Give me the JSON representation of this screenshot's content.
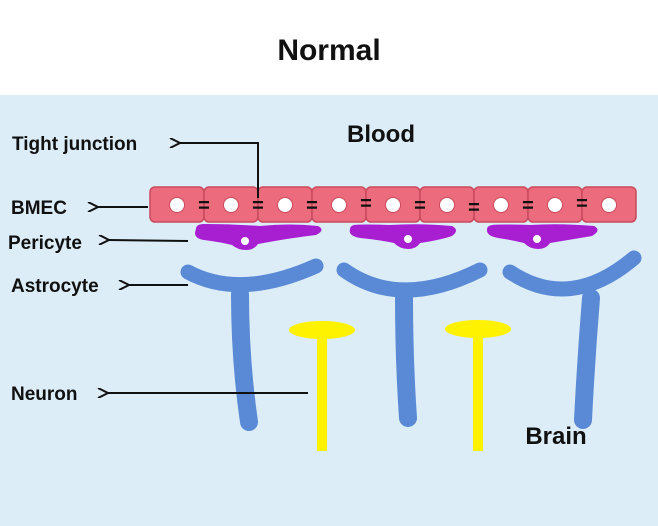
{
  "title": "Normal",
  "regions": {
    "top": "Blood",
    "bottom": "Brain"
  },
  "labels": {
    "tight_junction": "Tight junction",
    "bmec": "BMEC",
    "pericyte": "Pericyte",
    "astrocyte": "Astrocyte",
    "neuron": "Neuron"
  },
  "junction_symbol": "=",
  "colors": {
    "background": "#dcedf7",
    "bmec_fill": "#ec6b7c",
    "bmec_stroke": "#c84a5c",
    "pericyte": "#a81fd1",
    "astrocyte": "#5a8ad6",
    "neuron": "#fff200",
    "arrow": "#111111"
  }
}
